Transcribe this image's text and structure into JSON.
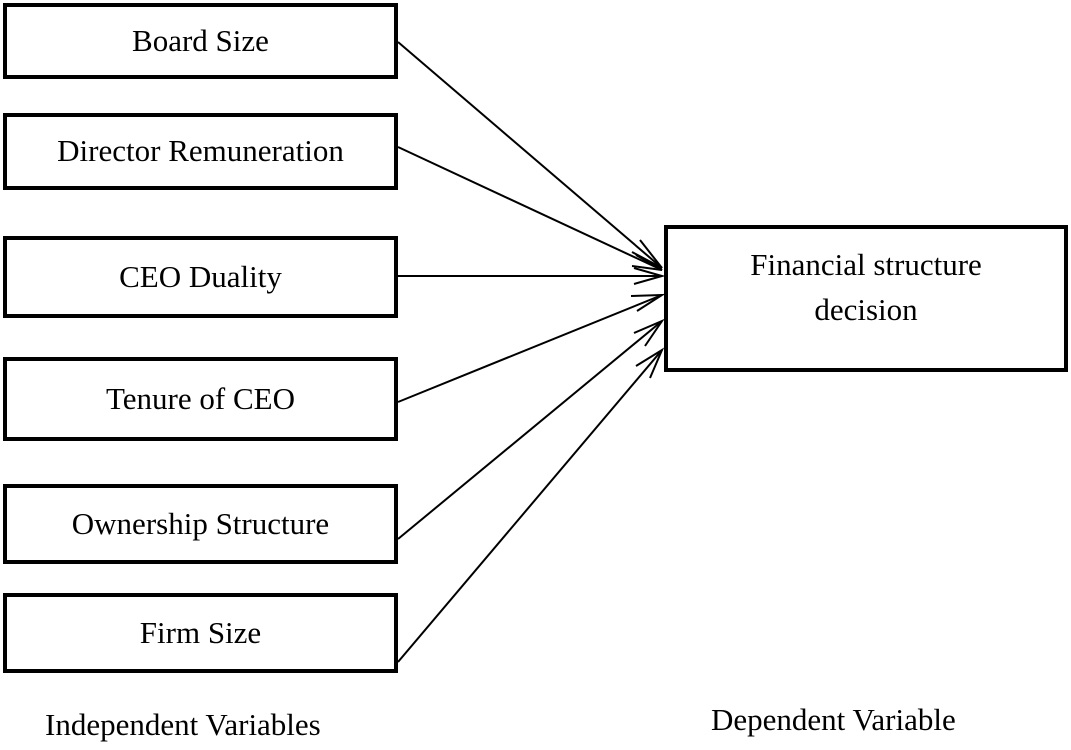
{
  "independent": [
    {
      "id": "board-size",
      "label": "Board Size"
    },
    {
      "id": "director-remuneration",
      "label": "Director Remuneration"
    },
    {
      "id": "ceo-duality",
      "label": "CEO Duality"
    },
    {
      "id": "tenure-of-ceo",
      "label": "Tenure of CEO"
    },
    {
      "id": "ownership-structure",
      "label": "Ownership Structure"
    },
    {
      "id": "firm-size",
      "label": "Firm Size"
    }
  ],
  "dependent": {
    "line1": "Financial structure",
    "line2": "decision"
  },
  "captions": {
    "independent": "Independent Variables",
    "dependent": "Dependent Variable"
  }
}
